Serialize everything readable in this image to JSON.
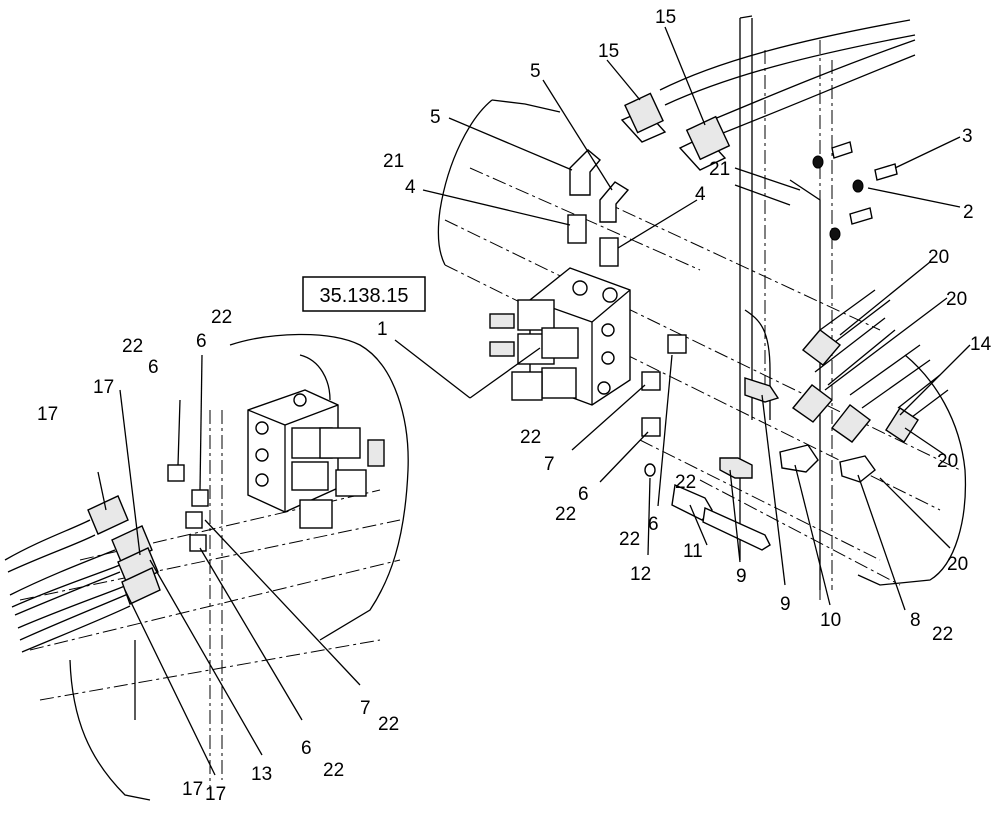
{
  "ref_box": "35.138.15",
  "callouts": [
    "15",
    "15",
    "5",
    "5",
    "21",
    "21",
    "4",
    "4",
    "3",
    "2",
    "20",
    "20",
    "14",
    "20",
    "20",
    "1",
    "22",
    "22",
    "6",
    "22",
    "6",
    "17",
    "17",
    "22",
    "7",
    "6",
    "22",
    "12",
    "22",
    "6",
    "11",
    "9",
    "9",
    "10",
    "8",
    "22",
    "7",
    "22",
    "6",
    "22",
    "17",
    "13",
    "17"
  ]
}
